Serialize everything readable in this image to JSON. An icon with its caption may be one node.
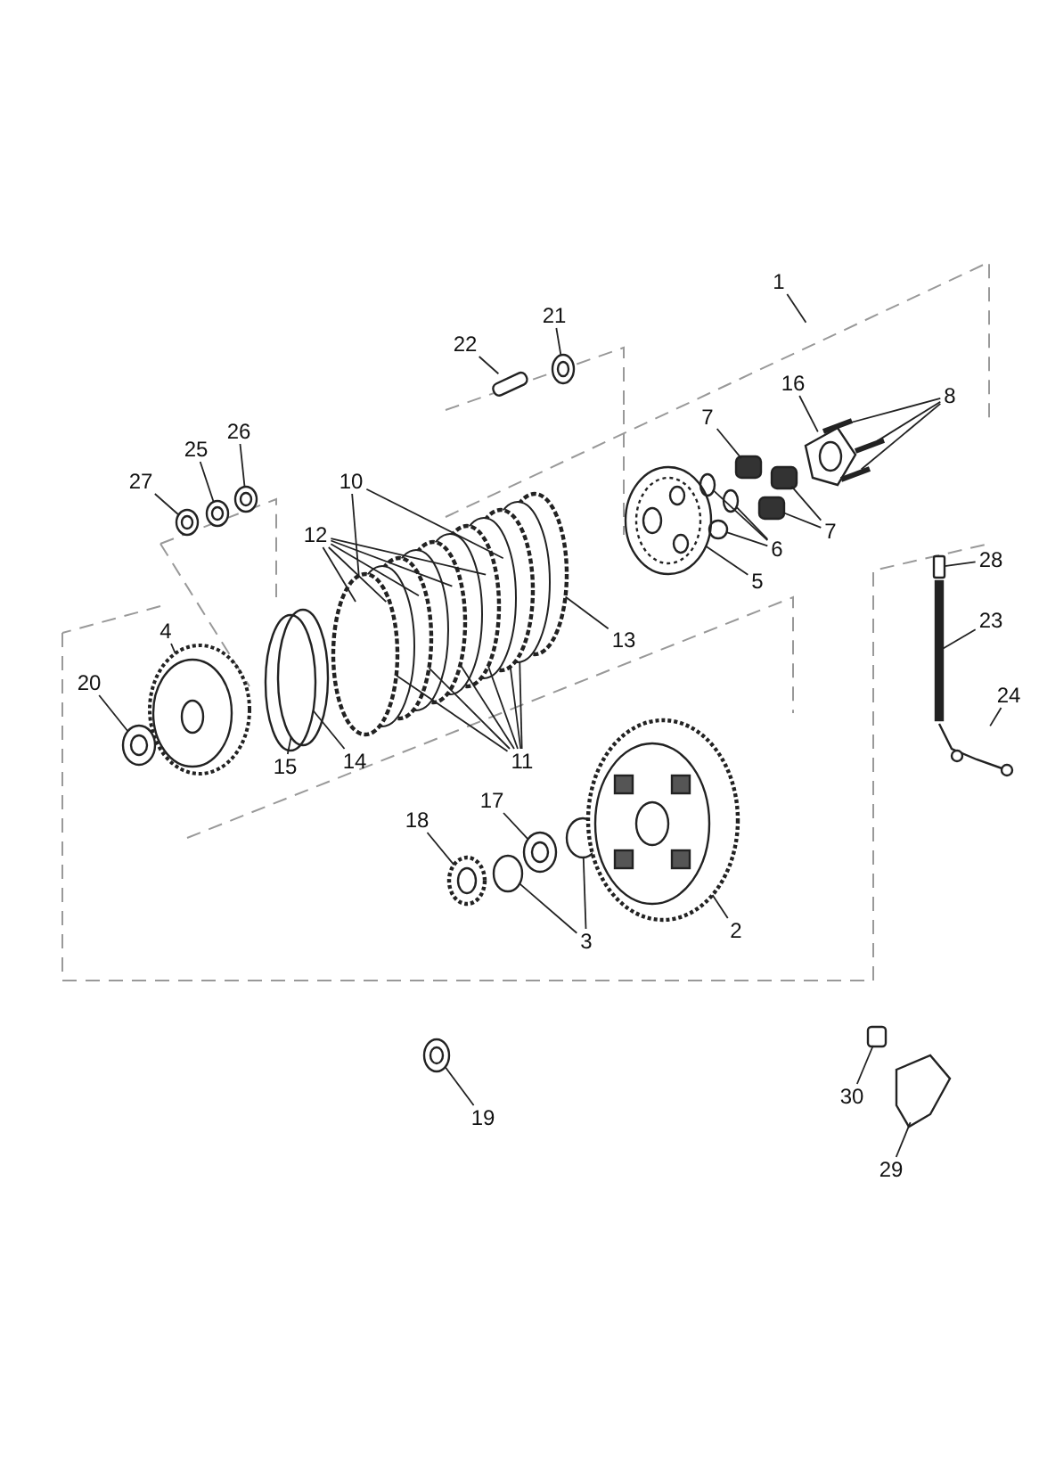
{
  "diagram": {
    "nodes": [
      {
        "text": [
          "1"
        ]
      },
      {
        "text": [
          "22"
        ]
      },
      {
        "text": [
          "21"
        ]
      },
      {
        "text": [
          "16"
        ]
      },
      {
        "text": [
          "8"
        ]
      },
      {
        "text": [
          "7"
        ]
      },
      {
        "text": [
          "26"
        ]
      },
      {
        "text": [
          "25"
        ]
      },
      {
        "text": [
          "10"
        ]
      },
      {
        "text": [
          "27"
        ]
      },
      {
        "text": [
          "7"
        ]
      },
      {
        "text": [
          "6"
        ]
      },
      {
        "text": [
          "12"
        ]
      },
      {
        "text": [
          "5"
        ]
      },
      {
        "text": [
          "28"
        ]
      },
      {
        "text": [
          "23"
        ]
      },
      {
        "text": [
          "4"
        ]
      },
      {
        "text": [
          "13"
        ]
      },
      {
        "text": [
          "20"
        ]
      },
      {
        "text": [
          "24"
        ]
      },
      {
        "text": [
          "11"
        ]
      },
      {
        "text": [
          "14"
        ]
      },
      {
        "text": [
          "15"
        ]
      },
      {
        "text": [
          "17"
        ]
      },
      {
        "text": [
          "18"
        ]
      },
      {
        "text": [
          "2"
        ]
      },
      {
        "text": [
          "3"
        ]
      },
      {
        "text": [
          "30"
        ]
      },
      {
        "text": [
          "19"
        ]
      },
      {
        "text": [
          "29"
        ]
      },
      {
        "text": [],
        "shape": "box"
      },
      {
        "text": [],
        "shape": "circle"
      },
      {
        "text": [],
        "shape": "picture"
      },
      {
        "text": [],
        "shape": "picture"
      },
      {
        "text": [],
        "shape": "picture"
      },
      {
        "text": [],
        "shape": "picture"
      },
      {
        "text": [],
        "shape": "box"
      },
      {
        "text": [],
        "shape": "box"
      },
      {
        "text": [],
        "shape": "box"
      },
      {
        "text": [],
        "shape": "circle"
      },
      {
        "text": [],
        "shape": "circle"
      },
      {
        "text": [],
        "shape": "circle"
      },
      {
        "text": [],
        "shape": "picture"
      },
      {
        "text": [],
        "shape": "circle"
      },
      {
        "text": [],
        "shape": "circle"
      },
      {
        "text": [],
        "shape": "picture"
      },
      {
        "text": [],
        "shape": "circle"
      },
      {
        "text": [],
        "shape": "circle"
      },
      {
        "text": [],
        "shape": "circle"
      },
      {
        "text": [],
        "shape": "box"
      },
      {
        "text": [],
        "shape": "bar"
      },
      {
        "text": [],
        "shape": "picture"
      },
      {
        "text": [],
        "shape": "picture"
      },
      {
        "text": [],
        "shape": "circle"
      },
      {
        "text": [],
        "shape": "circle"
      },
      {
        "text": [],
        "shape": "picture"
      },
      {
        "text": [],
        "shape": "circle"
      },
      {
        "text": [],
        "shape": "circle"
      },
      {
        "text": [],
        "shape": "picture"
      },
      {
        "text": [],
        "shape": "box"
      },
      {
        "text": [],
        "shape": "circle"
      },
      {
        "text": [],
        "shape": "picture"
      }
    ],
    "edges": [
      {
        "from": 0,
        "to": null,
        "arrow": "none"
      },
      {
        "from": 1,
        "to": 30,
        "arrow": "none"
      },
      {
        "from": 2,
        "to": 31,
        "arrow": "none"
      },
      {
        "from": 3,
        "to": 32,
        "arrow": "none"
      },
      {
        "from": 4,
        "to": 33,
        "arrow": "none"
      },
      {
        "from": 4,
        "to": 34,
        "arrow": "none"
      },
      {
        "from": 4,
        "to": 35,
        "arrow": "none"
      },
      {
        "from": 5,
        "to": 36,
        "arrow": "none"
      },
      {
        "from": 6,
        "to": 39,
        "arrow": "none"
      },
      {
        "from": 7,
        "to": 40,
        "arrow": "none"
      },
      {
        "from": 8,
        "to": 42,
        "arrow": "none"
      },
      {
        "from": 8,
        "to": 42,
        "arrow": "none"
      },
      {
        "from": 9,
        "to": 41,
        "arrow": "none"
      },
      {
        "from": 10,
        "to": 37,
        "arrow": "none"
      },
      {
        "from": 10,
        "to": 38,
        "arrow": "none"
      },
      {
        "from": 11,
        "to": 46,
        "arrow": "none"
      },
      {
        "from": 11,
        "to": 47,
        "arrow": "none"
      },
      {
        "from": 11,
        "to": 48,
        "arrow": "none"
      },
      {
        "from": 12,
        "to": 42,
        "arrow": "none"
      },
      {
        "from": 12,
        "to": 42,
        "arrow": "none"
      },
      {
        "from": 12,
        "to": 42,
        "arrow": "none"
      },
      {
        "from": 12,
        "to": 42,
        "arrow": "none"
      },
      {
        "from": 12,
        "to": 42,
        "arrow": "none"
      },
      {
        "from": 13,
        "to": 45,
        "arrow": "none"
      },
      {
        "from": 14,
        "to": 49,
        "arrow": "none"
      },
      {
        "from": 15,
        "to": 50,
        "arrow": "none"
      },
      {
        "from": 16,
        "to": 52,
        "arrow": "none"
      },
      {
        "from": 17,
        "to": 42,
        "arrow": "none"
      },
      {
        "from": 18,
        "to": 53,
        "arrow": "none"
      },
      {
        "from": 19,
        "to": 51,
        "arrow": "none"
      },
      {
        "from": 20,
        "to": 42,
        "arrow": "none"
      },
      {
        "from": 20,
        "to": 42,
        "arrow": "none"
      },
      {
        "from": 20,
        "to": 42,
        "arrow": "none"
      },
      {
        "from": 20,
        "to": 42,
        "arrow": "none"
      },
      {
        "from": 20,
        "to": 42,
        "arrow": "none"
      },
      {
        "from": 20,
        "to": 42,
        "arrow": "none"
      },
      {
        "from": 21,
        "to": 44,
        "arrow": "none"
      },
      {
        "from": 22,
        "to": 43,
        "arrow": "none"
      },
      {
        "from": 23,
        "to": 54,
        "arrow": "none"
      },
      {
        "from": 24,
        "to": 55,
        "arrow": "none"
      },
      {
        "from": 25,
        "to": 58,
        "arrow": "none"
      },
      {
        "from": 26,
        "to": 56,
        "arrow": "none"
      },
      {
        "from": 26,
        "to": 57,
        "arrow": "none"
      },
      {
        "from": 27,
        "to": 59,
        "arrow": "none"
      },
      {
        "from": 28,
        "to": 60,
        "arrow": "none"
      },
      {
        "from": 29,
        "to": 61,
        "arrow": "none"
      }
    ]
  }
}
